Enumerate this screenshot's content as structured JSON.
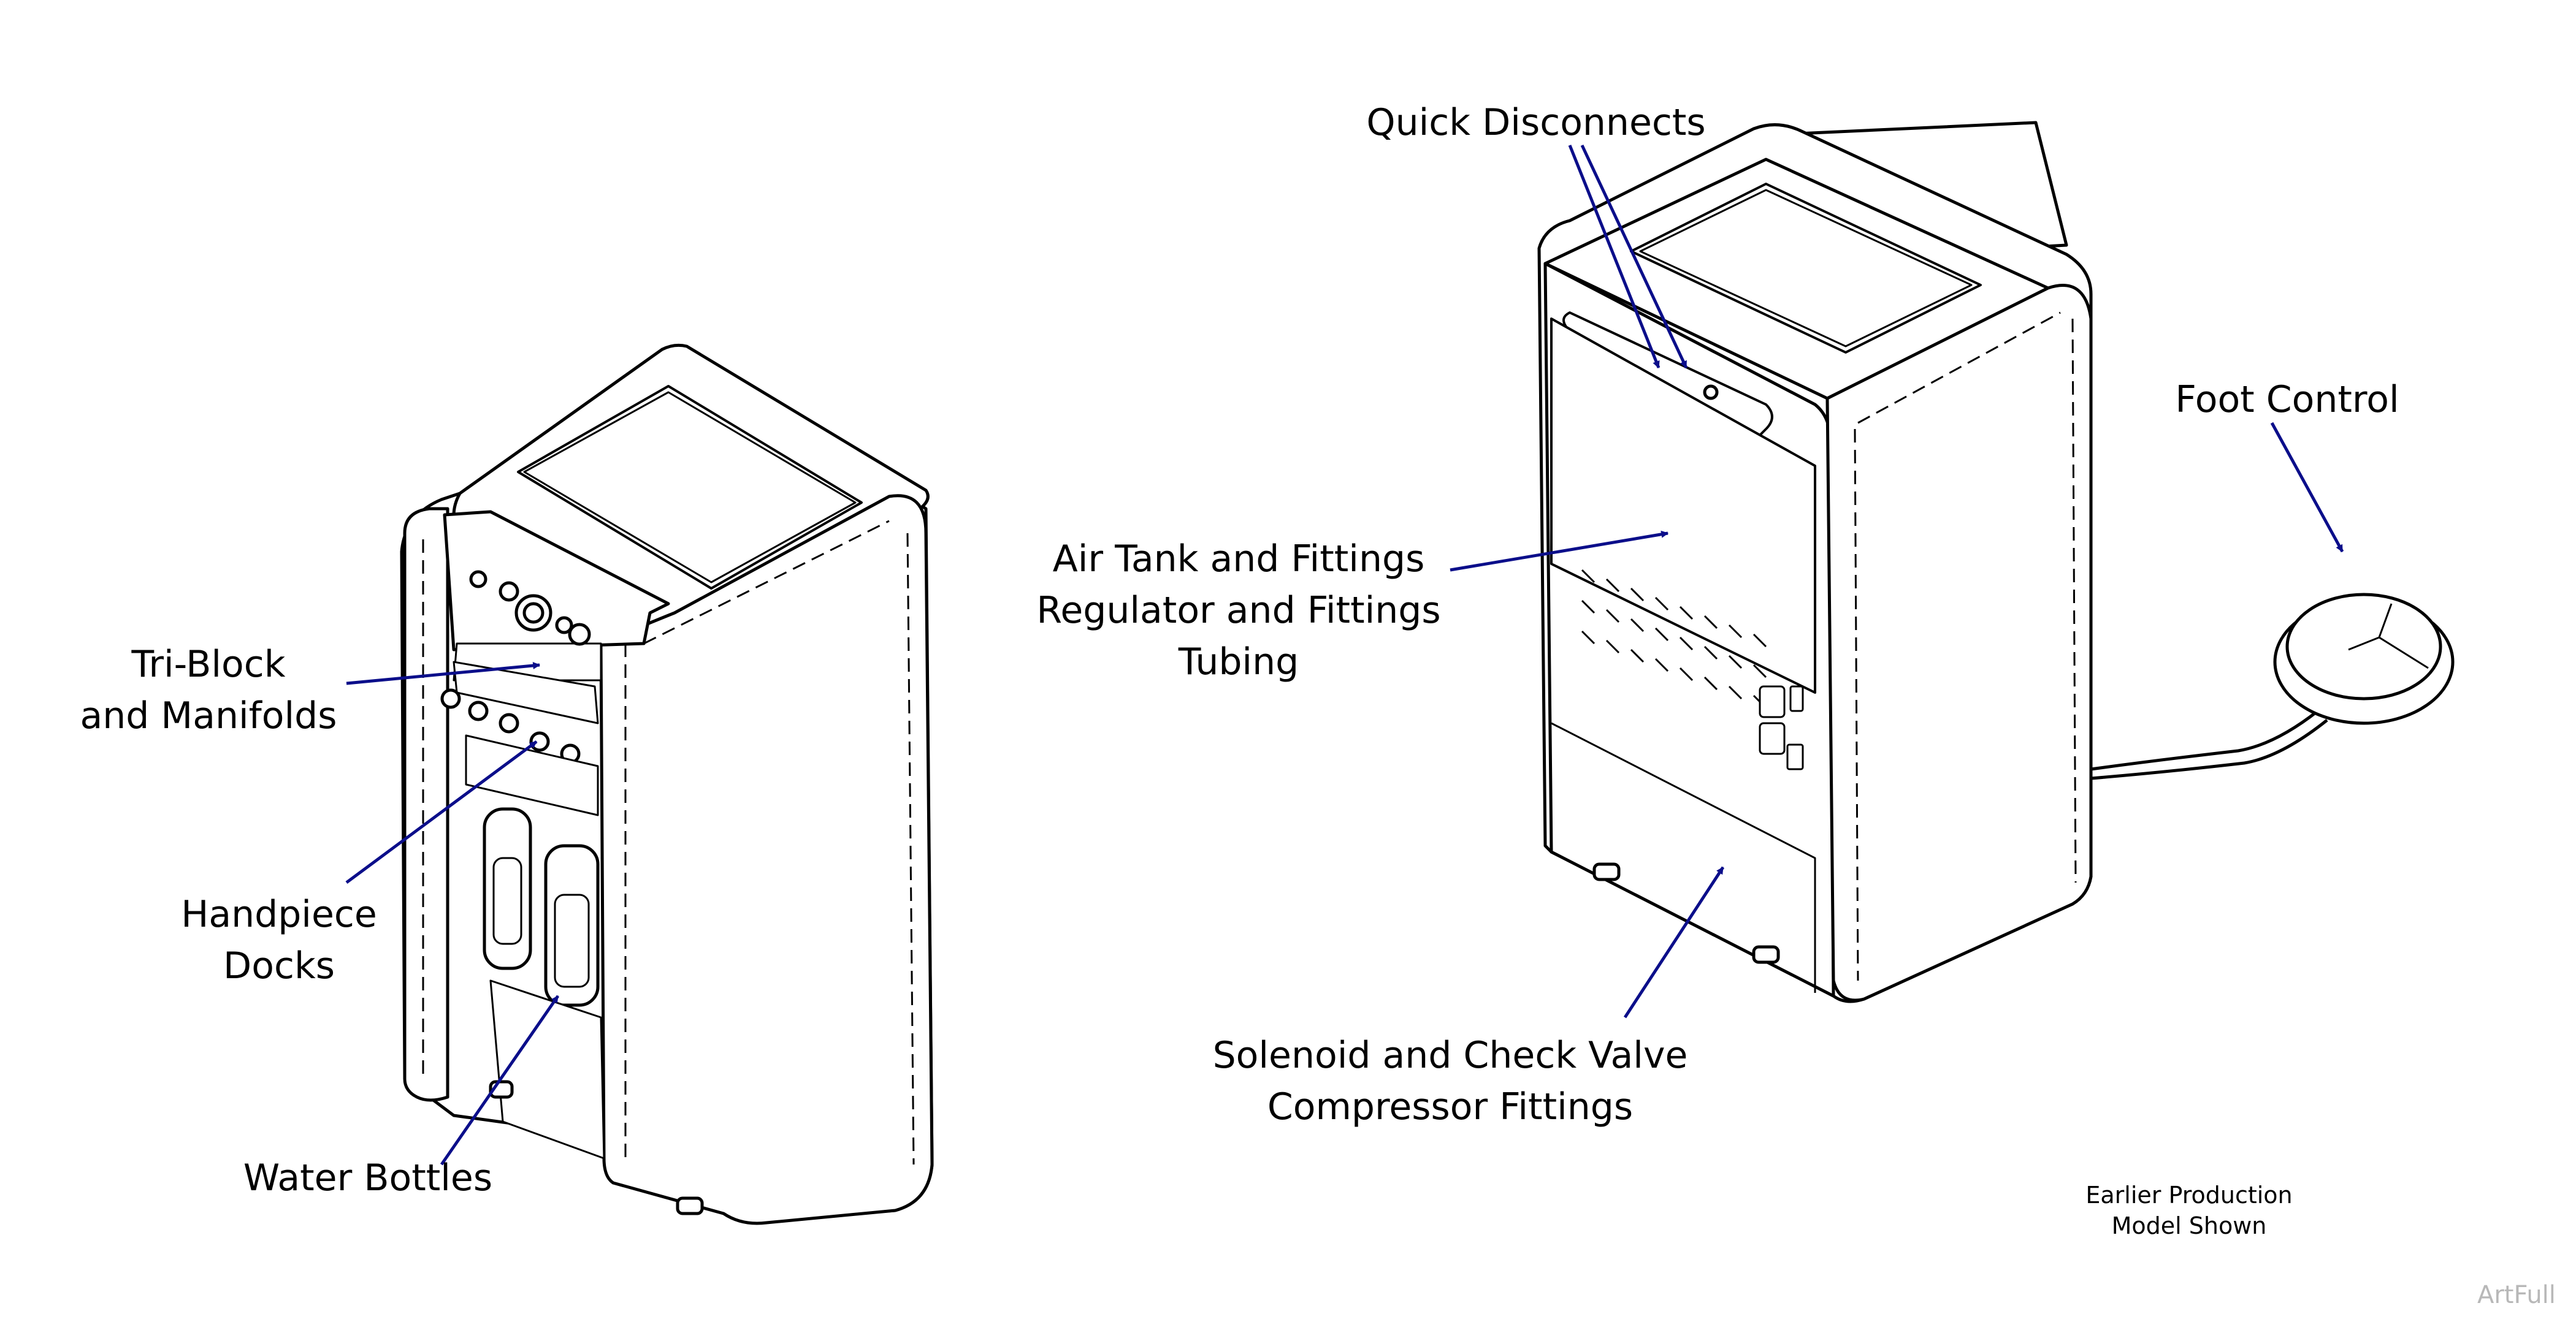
{
  "labels": {
    "tri_block": [
      "Tri-Block",
      "and Manifolds"
    ],
    "handpiece": [
      "Handpiece",
      "Docks"
    ],
    "water": "Water Bottles",
    "quick": "Quick Disconnects",
    "foot": "Foot Control",
    "air": [
      "Air Tank and Fittings",
      "Regulator and Fittings",
      "Tubing"
    ],
    "solenoid": [
      "Solenoid and Check Valve",
      "Compressor Fittings"
    ]
  },
  "note": [
    "Earlier Production",
    "Model Shown"
  ],
  "watermark": "ArtFull",
  "colors": {
    "line": "#000000",
    "arrow": "#0b0e8a",
    "watermark": "#b8b8b8"
  }
}
